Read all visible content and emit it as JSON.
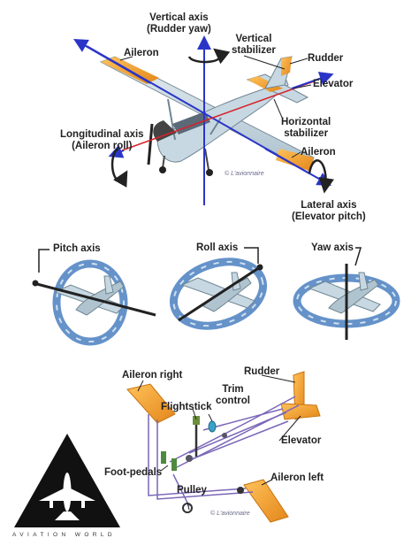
{
  "top": {
    "vertical_axis": [
      "Vertical axis",
      "(Rudder yaw)"
    ],
    "aileron_top": "Aileron",
    "vertical_stabilizer": [
      "Vertical",
      "stabilizer"
    ],
    "rudder": "Rudder",
    "elevator": "Elevator",
    "horizontal_stabilizer": [
      "Horizontal",
      "stabilizer"
    ],
    "longitudinal_axis": [
      "Longitudinal axis",
      "(Aileron roll)"
    ],
    "aileron_bottom": "Aileron",
    "lateral_axis": [
      "Lateral axis",
      "(Elevator pitch)"
    ],
    "credit": "© L'avionnaire"
  },
  "middle": {
    "pitch_axis": "Pitch axis",
    "roll_axis": "Roll axis",
    "yaw_axis": "Yaw axis"
  },
  "bottom": {
    "aileron_right": "Aileron right",
    "rudder": "Rudder",
    "trim_control": [
      "Trim",
      "control"
    ],
    "flightstick": "Flightstick",
    "elevator": "Elevator",
    "foot_pedals": "Foot-pedals",
    "aileron_left": "Aileron left",
    "pulley": "Pulley",
    "credit": "© L'avionnaire"
  },
  "brand": "AVIATION WORLD",
  "colors": {
    "axis": "#2a35c8",
    "fuselage": "#bfd3df",
    "control_surface": "#f29a1e",
    "rotation_ring": "#4a7fbf"
  }
}
